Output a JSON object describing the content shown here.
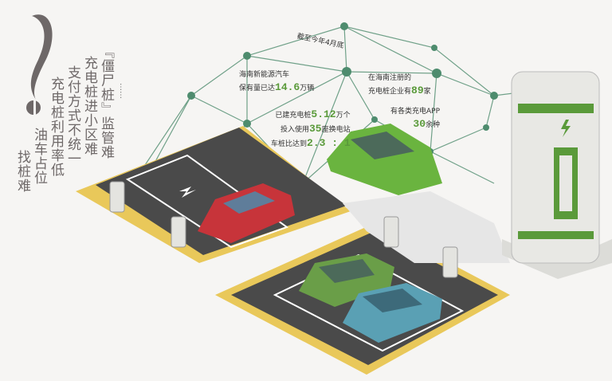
{
  "problems": {
    "lines": [
      "『僵尸桩』监管难",
      "充电桩进小区难",
      "支付方式不统一",
      "充电桩利用率低",
      "油车占位",
      "找桩难"
    ],
    "ellipsis": "……"
  },
  "stats": {
    "as_of": "截至今年4月底",
    "ev_prefix": "海南新能源汽车",
    "ev_line2_prefix": "保有量已达",
    "ev_value": "14.6",
    "ev_suffix": "万辆",
    "company_prefix": "在海南注册的",
    "company_line2_prefix": "充电桩企业有",
    "company_value": "89",
    "company_suffix": "家",
    "app_prefix": "有各类充电APP",
    "app_value": "30",
    "app_suffix": "余种",
    "piles_prefix": "已建充电桩",
    "piles_value": "5.12",
    "piles_suffix": "万个",
    "stations_prefix": "投入使用",
    "stations_value": "35",
    "stations_suffix": "座换电站",
    "ratio_prefix": "车桩比达到",
    "ratio_value": "2.3 : 1"
  },
  "colors": {
    "accent": "#5a9a3a",
    "network": "#4e8c6e",
    "lot": "#4a4a4a",
    "line_yellow": "#e9c85a"
  }
}
